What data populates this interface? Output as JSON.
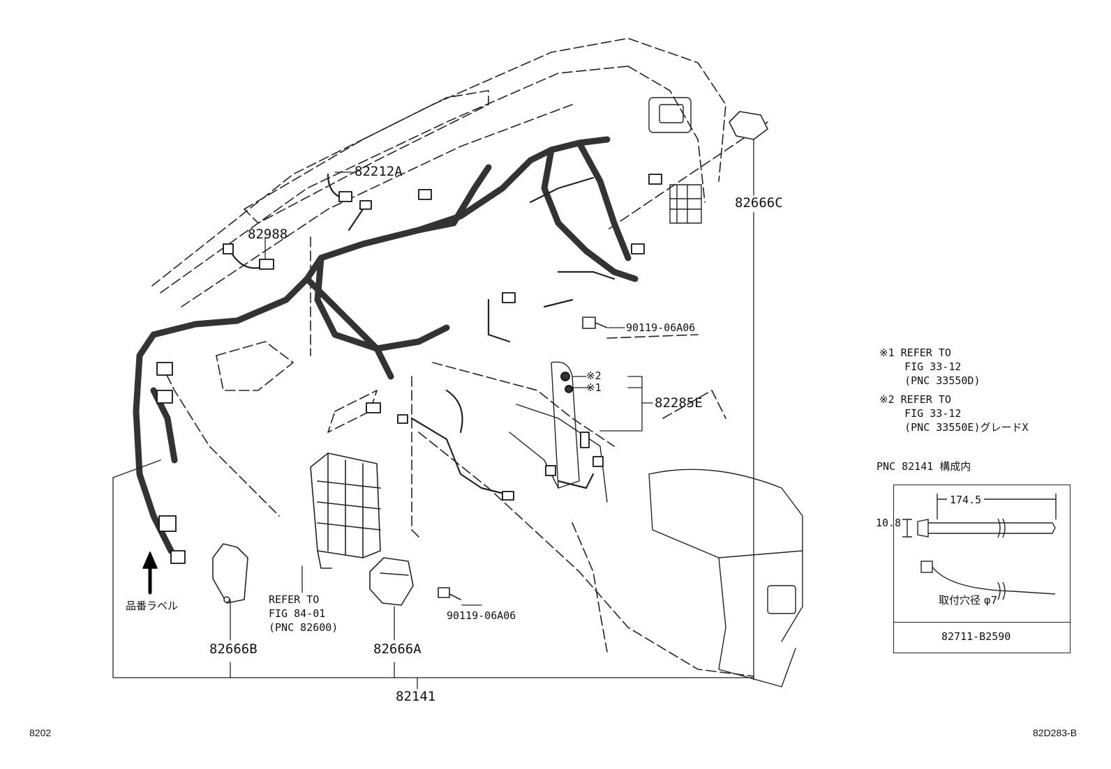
{
  "labels": {
    "p82212A": "82212A",
    "p82988": "82988",
    "p82666C": "82666C",
    "p90119_upper": "90119-06A06",
    "p90119_lower": "90119-06A06",
    "p82285E": "82285E",
    "mark1": "※1",
    "mark2": "※2",
    "p82666B": "82666B",
    "p82666A": "82666A",
    "p82141": "82141",
    "part_label_jp": "品番ラベル",
    "refer_fig84": "REFER TO\nFIG 84-01\n(PNC 82600)"
  },
  "notes": {
    "note1": "※1 REFER TO\n    FIG 33-12\n    (PNC 33550D)",
    "note2": "※2 REFER TO\n    FIG 33-12\n    (PNC 33550E)グレードX"
  },
  "inset": {
    "heading": "PNC 82141 構成内",
    "length_dim": "174.5",
    "height_dim": "10.8",
    "hole_note": "取付穴径 φ7",
    "part_number": "82711-B2590"
  },
  "footer": {
    "left": "8202",
    "right": "82D283-B"
  }
}
